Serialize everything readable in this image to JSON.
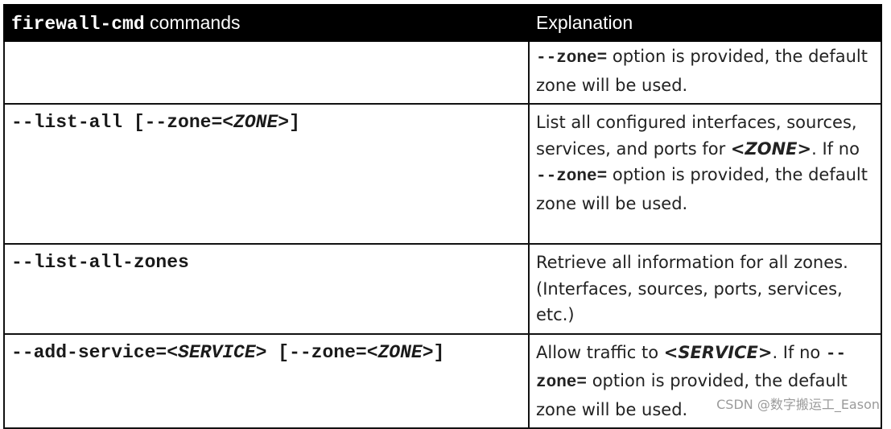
{
  "table": {
    "header": {
      "col1_mono": "firewall-cmd",
      "col1_rest": " commands",
      "col2": "Explanation"
    },
    "rows": [
      {
        "cmd": {
          "prefix": "",
          "italic": "",
          "suffix": ""
        },
        "expl": {
          "opt1": "--zone=",
          "t1": " option is provided, the default zone will be used."
        }
      },
      {
        "cmd": {
          "prefix": "--list-all [--zone=<",
          "italic": "ZONE",
          "suffix": ">]"
        },
        "expl": {
          "t1": "List all configured interfaces, sources, services, and ports for ",
          "zone_lt": "<",
          "zone": "ZONE",
          "zone_gt": ">",
          "t2": ". If no ",
          "opt1": "--zone=",
          "t3": " option is provided, the default zone will be used."
        }
      },
      {
        "cmd": {
          "text": "--list-all-zones"
        },
        "expl": {
          "t1": "Retrieve all information for all zones. (Interfaces, sources, ports, services, etc.)"
        }
      },
      {
        "cmd": {
          "prefix": "--add-service=<",
          "italic1": "SERVICE",
          "middle": "> [--zone=<",
          "italic2": "ZONE",
          "suffix": ">]"
        },
        "expl": {
          "t1": "Allow traffic to ",
          "svc_lt": "<",
          "svc": "SERVICE",
          "svc_gt": ">",
          "t2": ". If no ",
          "opt1": "--zone=",
          "t3": " option is provided, the default zone will be used."
        }
      }
    ]
  },
  "watermark": "CSDN @数字搬运工_Eason"
}
